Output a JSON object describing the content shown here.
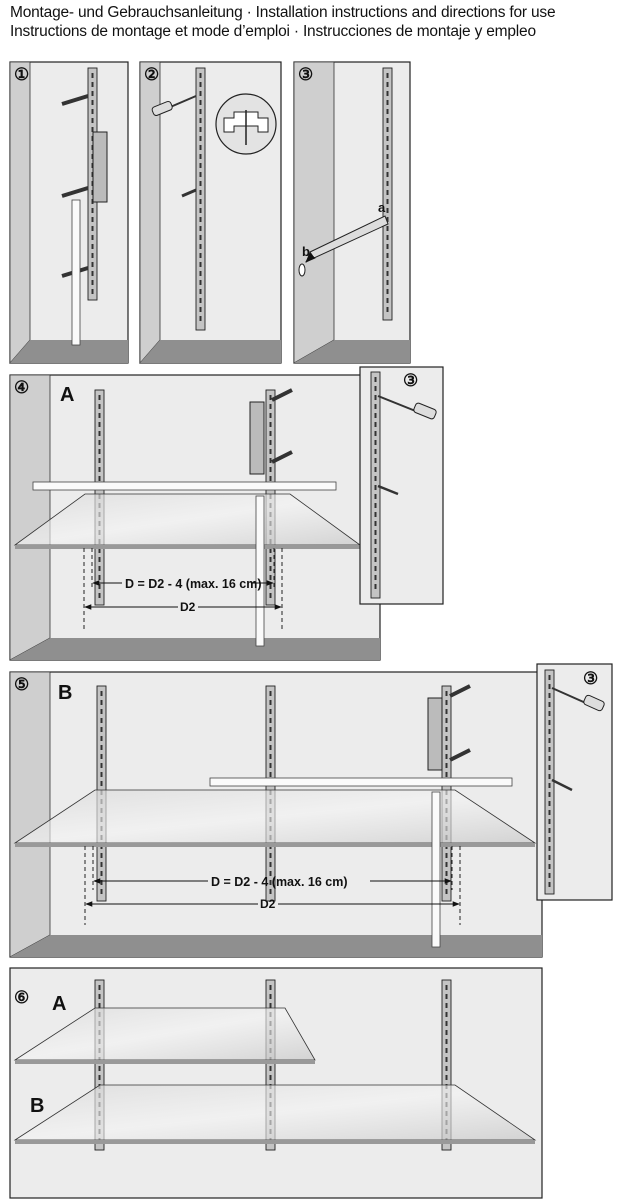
{
  "header": {
    "line1": "Montage- und Gebrauchsanleitung · Installation instructions and directions for use",
    "line2": "Instructions de montage et mode d’emploi · Instrucciones de montaje y empleo"
  },
  "steps": {
    "s1": "①",
    "s2": "②",
    "s3": "③",
    "s4": "④",
    "s5": "⑤",
    "s6": "⑥",
    "inset4": "③",
    "inset5": "③"
  },
  "labels": {
    "a": "a",
    "b": "b",
    "A4": "A",
    "B5": "B",
    "A6": "A",
    "B6": "B"
  },
  "dimensions": {
    "d_formula_4": "D = D2 - 4 (max. 16 cm)",
    "d2_4": "D2",
    "d_formula_5": "D = D2 - 4 (max. 16 cm)",
    "d2_5": "D2"
  }
}
